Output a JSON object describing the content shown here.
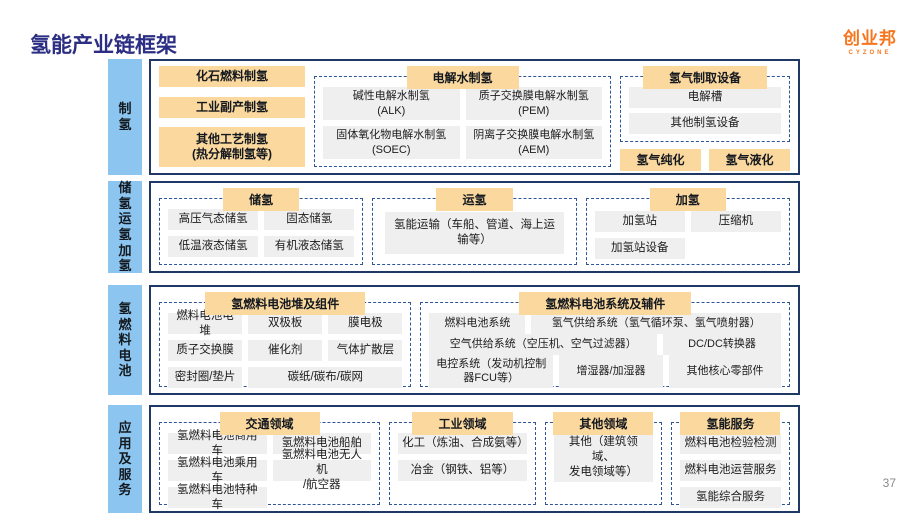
{
  "page": {
    "title": "氢能产业链框架",
    "page_number": "37"
  },
  "logo": {
    "text": "创业邦",
    "subtext": "CYZONE"
  },
  "colors": {
    "sidebar_blue": "#8CC6F0",
    "header_orange": "#FAD89E",
    "item_gray": "#EFEFEF",
    "outer_border_navy": "#1F3864",
    "dashed_blue": "#2F5597",
    "title_navy": "#2B2E83",
    "logo_orange": "#F7761D"
  },
  "rows": [
    {
      "label": "制氢",
      "production_boxes": [
        "化石燃料制氢",
        "工业副产制氢",
        "其他工艺制氢\n(热分解制氢等)"
      ],
      "electrolysis": {
        "header": "电解水制氢",
        "items": [
          "碱性电解水制氢\n(ALK)",
          "质子交换膜电解水制氢\n(PEM)",
          "固体氧化物电解水制氢\n(SOEC)",
          "阴离子交换膜电解水制氢\n(AEM)"
        ]
      },
      "equipment": {
        "header": "氢气制取设备",
        "items": [
          "电解槽",
          "其他制氢设备"
        ]
      },
      "bottom_boxes": [
        "氢气纯化",
        "氢气液化"
      ]
    },
    {
      "label": "储氢运氢加氢",
      "storage": {
        "header": "储氢",
        "items": [
          "高压气态储氢",
          "固态储氢",
          "低温液态储氢",
          "有机液态储氢"
        ]
      },
      "transport": {
        "header": "运氢",
        "items": [
          "氢能运输（车船、管道、海上运\n输等）"
        ]
      },
      "refueling": {
        "header": "加氢",
        "items": [
          "加氢站",
          "压缩机",
          "加氢站设备"
        ]
      }
    },
    {
      "label": "氢燃料电池",
      "stack": {
        "header": "氢燃料电池堆及组件",
        "items": [
          "燃料电池电堆",
          "双极板",
          "膜电极",
          "质子交换膜",
          "催化剂",
          "气体扩散层",
          "密封圈/垫片",
          "碳纸/碳布/碳网"
        ]
      },
      "system": {
        "header": "氢燃料电池系统及辅件",
        "items": [
          "燃料电池系统",
          "氢气供给系统（氢气循环泵、氢气喷射器）",
          "空气供给系统（空压机、空气过滤器）",
          "DC/DC转换器",
          "电控系统（发动机控制器FCU等）",
          "增湿器/加湿器",
          "其他核心零部件"
        ]
      }
    },
    {
      "label": "应用及服务",
      "transportation": {
        "header": "交通领域",
        "items": [
          "氢燃料电池商用车",
          "氢燃料电池船舶",
          "氢燃料电池乘用车",
          "氢燃料电池无人机\n/航空器",
          "氢燃料电池特种车"
        ]
      },
      "industry": {
        "header": "工业领域",
        "items": [
          "化工（炼油、合成氨等）",
          "冶金（钢铁、铝等）"
        ]
      },
      "other": {
        "header": "其他领域",
        "items": [
          "其他（建筑领域、\n发电领域等）"
        ]
      },
      "service": {
        "header": "氢能服务",
        "items": [
          "燃料电池检验检测",
          "燃料电池运营服务",
          "氢能综合服务"
        ]
      }
    }
  ]
}
